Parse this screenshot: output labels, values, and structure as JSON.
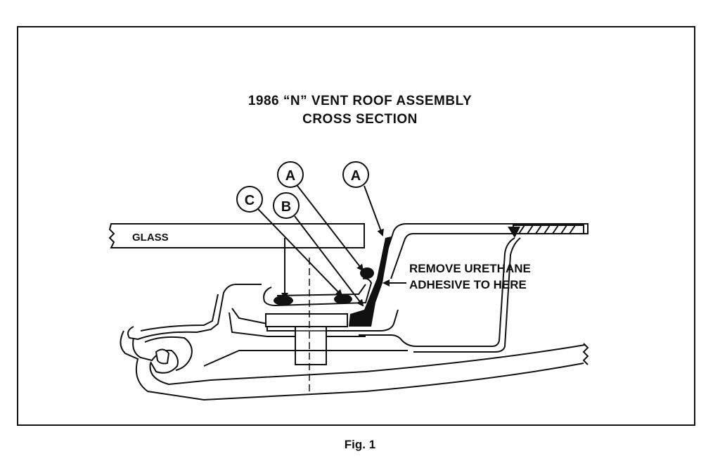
{
  "title_line1": "1986 “N” VENT ROOF ASSEMBLY",
  "title_line2": "CROSS SECTION",
  "caption": "Fig. 1",
  "labels": {
    "glass": "GLASS",
    "remove_line1": "REMOVE URETHANE",
    "remove_line2": "ADHESIVE TO HERE"
  },
  "callouts": {
    "a_left": "A",
    "a_right": "A",
    "b": "B",
    "c": "C"
  }
}
